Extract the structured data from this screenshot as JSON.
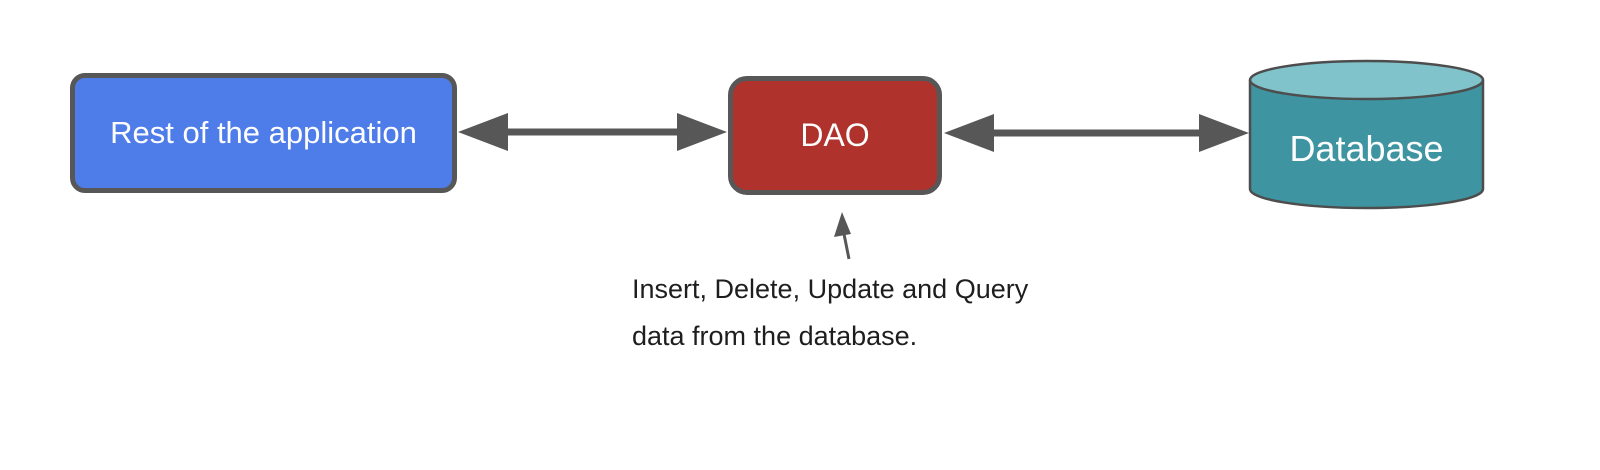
{
  "diagram": {
    "background": "#FFFFFF",
    "nodes": {
      "rest": {
        "label": "Rest of the application",
        "fill": "#4E7CE8",
        "border": "#575757",
        "text_color": "#FDFDFD",
        "shape": "rounded-rect"
      },
      "dao": {
        "label": "DAO",
        "fill": "#B0322C",
        "border": "#575757",
        "text_color": "#FDFDFD",
        "shape": "rounded-rect"
      },
      "database": {
        "label": "Database",
        "body_fill": "#3E95A1",
        "top_fill": "#80C3CB",
        "border": "#4D4D4D",
        "text_color": "#FDFDFD",
        "shape": "cylinder"
      }
    },
    "edges": [
      {
        "from": "rest",
        "to": "dao",
        "style": "double-headed-arrow",
        "color": "#575757"
      },
      {
        "from": "dao",
        "to": "database",
        "style": "double-headed-arrow",
        "color": "#575757"
      }
    ],
    "annotation": {
      "line1": "Insert, Delete, Update and Query",
      "line2": "data from the database.",
      "points_to": "dao",
      "arrow_color": "#575757",
      "text_color": "#1E1E1E"
    }
  }
}
